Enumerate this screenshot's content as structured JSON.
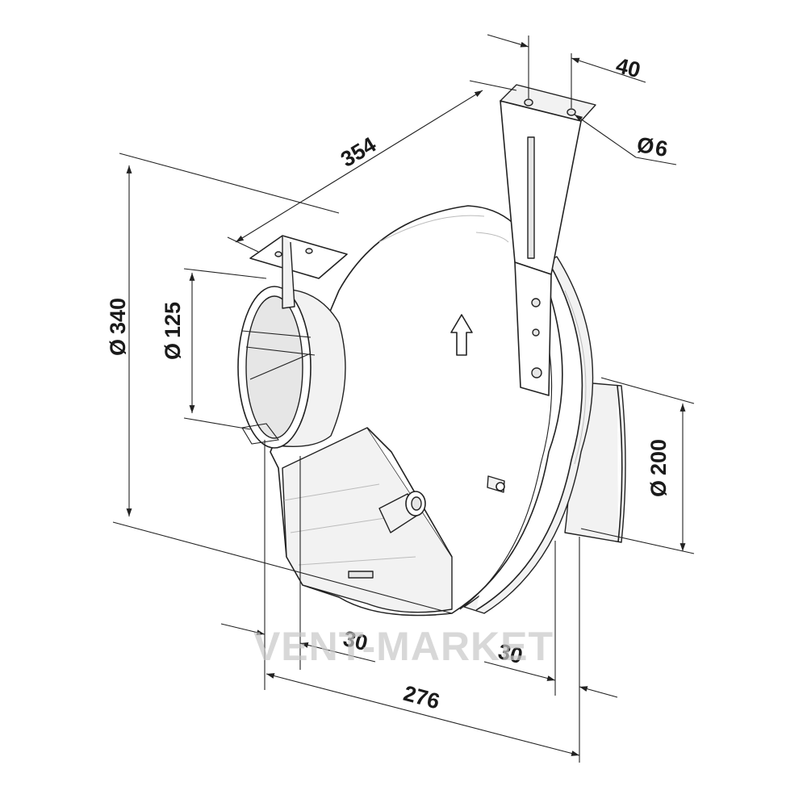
{
  "dimensions": {
    "diameter_outer": "340",
    "diameter_inlet": "125",
    "diameter_outlet": "200",
    "bracket_span": "354",
    "bracket_hole_spacing": "40",
    "hole_diameter": "6",
    "total_depth": "276",
    "inlet_collar": "30",
    "outlet_collar": "30"
  },
  "symbols": {
    "diameter": "Ø"
  },
  "watermark": "VENT-MARKET",
  "colors": {
    "line": "#222222",
    "watermark": "#c8c8c8"
  }
}
